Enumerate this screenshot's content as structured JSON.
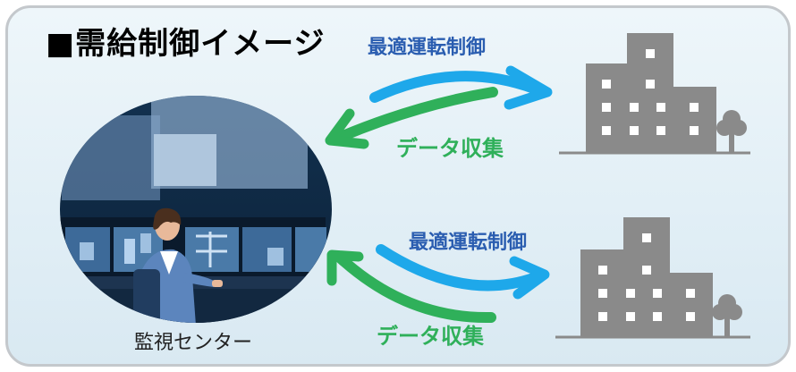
{
  "title": "■需給制御イメージ",
  "colors": {
    "control_arrow": "#1ea8ea",
    "collect_arrow": "#2fb05a",
    "control_text": "#2a5db0",
    "building": "#8a8a8a"
  },
  "flows": [
    {
      "control_label": "最適運転制御",
      "collect_label": "データ収集"
    },
    {
      "control_label": "最適運転制御",
      "collect_label": "データ収集"
    }
  ],
  "center_label": "監視センター",
  "icons": [
    "monitoring-center-illustration",
    "building-icon",
    "tree-icon",
    "curved-arrow-icon"
  ]
}
